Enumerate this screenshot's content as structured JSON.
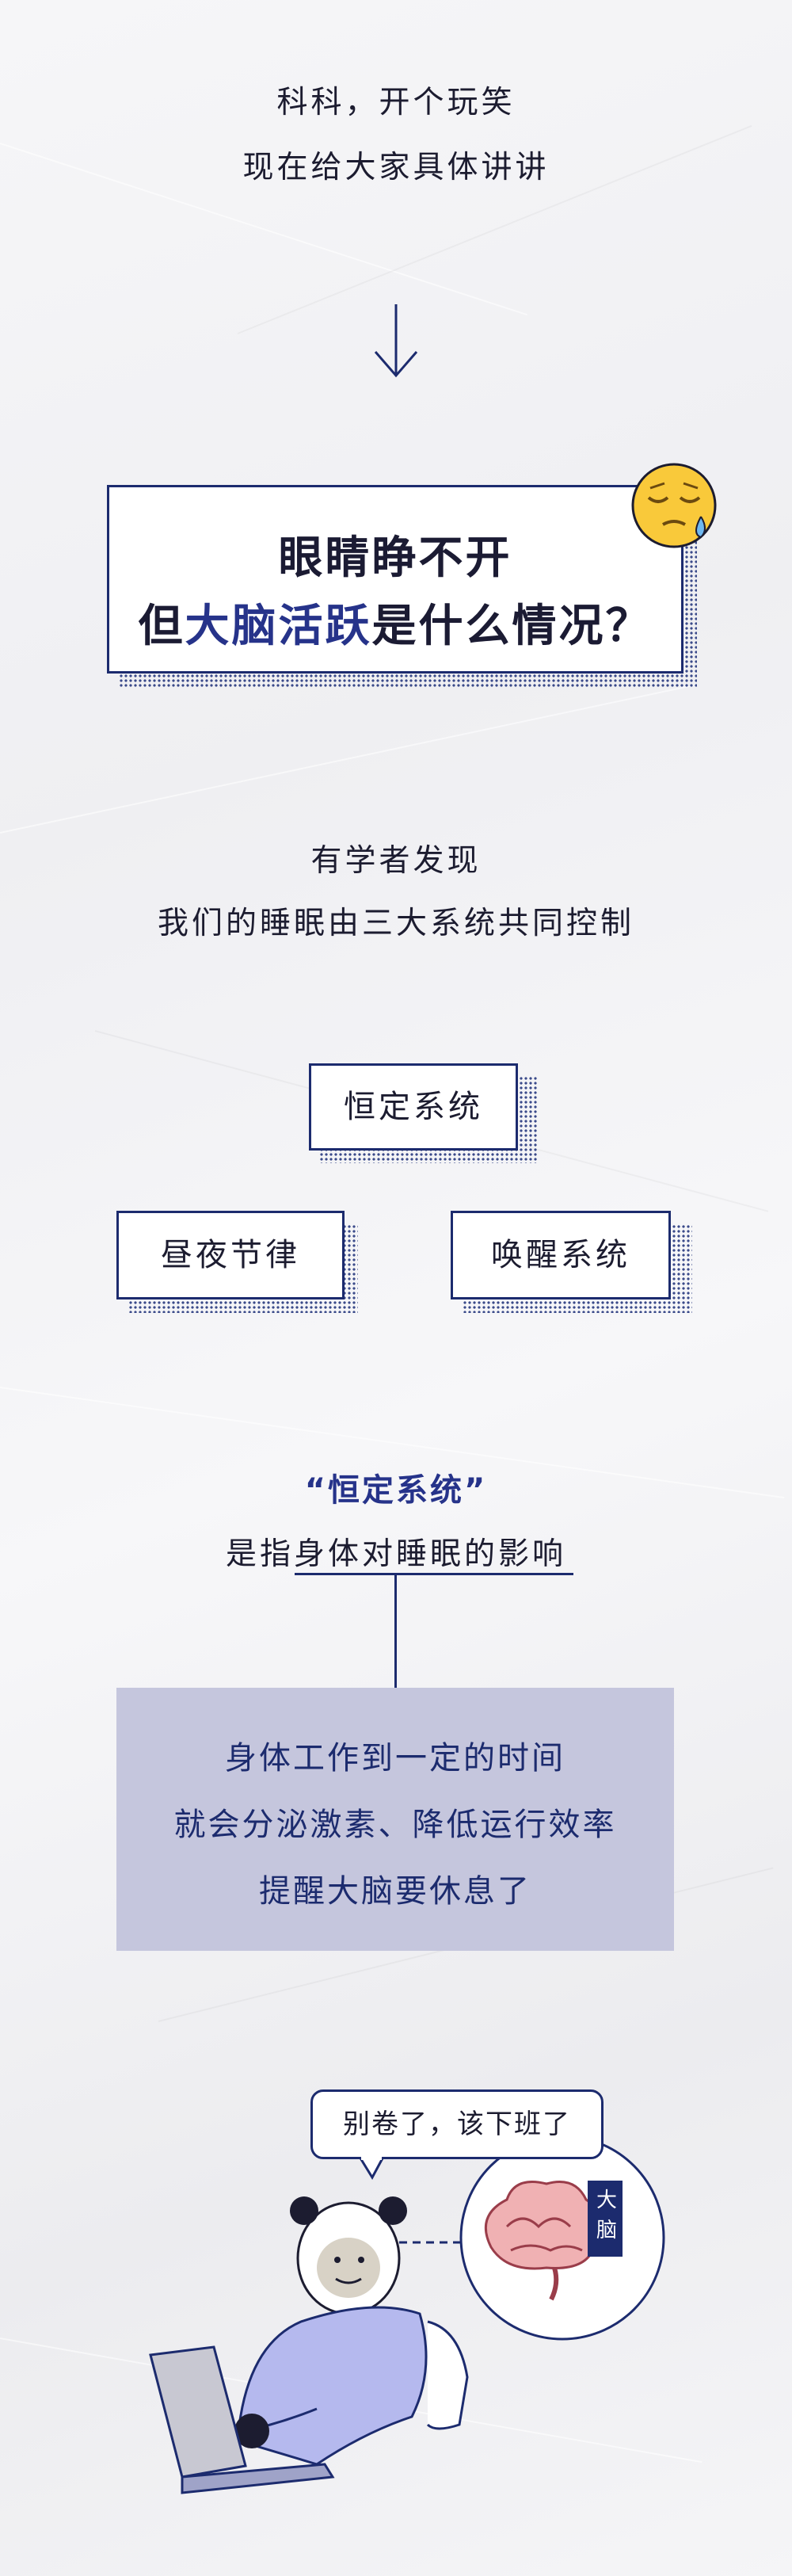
{
  "intro": {
    "line1": "科科，开个玩笑",
    "line2": "现在给大家具体讲讲"
  },
  "title": {
    "line1": "眼睛睁不开",
    "line2_pre": "但",
    "line2_highlight": "大脑活跃",
    "line2_post": "是什么情况？"
  },
  "discovery": {
    "line1": "有学者发现",
    "line2": "我们的睡眠由三大系统共同控制"
  },
  "systems": {
    "top": "恒定系统",
    "left": "昼夜节律",
    "right": "唤醒系统"
  },
  "homeostatic": {
    "heading": "“恒定系统”",
    "subtitle": "是指身体对睡眠的影响"
  },
  "explanation": {
    "line1": "身体工作到一定的时间",
    "line2": "就会分泌激素、降低运行效率",
    "line3": "提醒大脑要休息了"
  },
  "illustration": {
    "speech": "别卷了，该下班了",
    "brain_tag": "大脑"
  },
  "colors": {
    "navy": "#1c2b6e",
    "highlight": "#26338a",
    "panel": "#c5c6dd",
    "panda_body": "#b5b9ee"
  }
}
